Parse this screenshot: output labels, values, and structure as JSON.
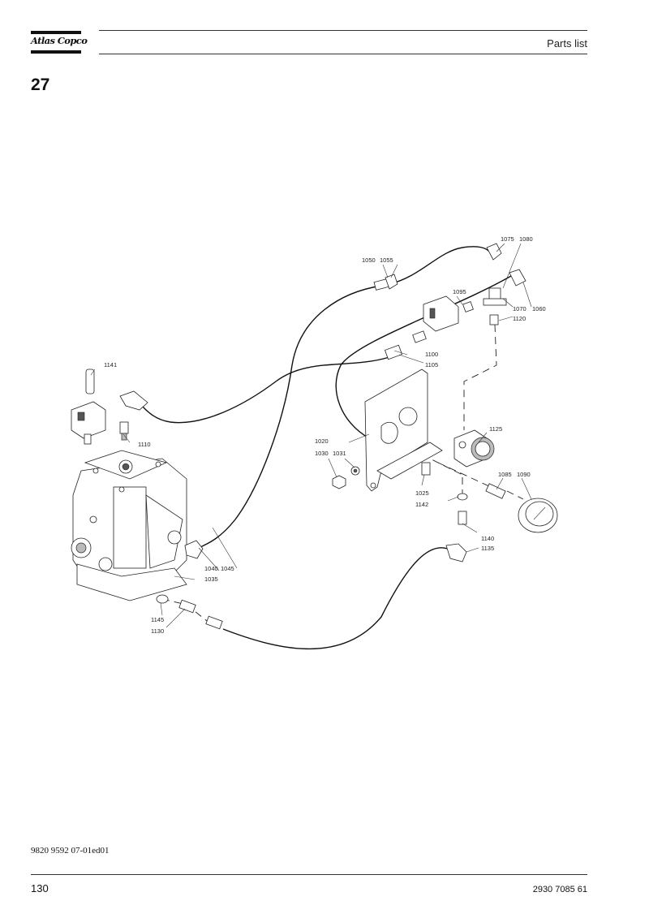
{
  "header": {
    "brand": "Atlas Copco",
    "title": "Parts list"
  },
  "section": {
    "number": "27"
  },
  "diagram": {
    "callouts": [
      "1020",
      "1025",
      "1030",
      "1031",
      "1035",
      "1040",
      "1045",
      "1050",
      "1055",
      "1060",
      "1070",
      "1075",
      "1080",
      "1085",
      "1090",
      "1095",
      "1100",
      "1105",
      "1110",
      "1120",
      "1125",
      "1130",
      "1135",
      "1140",
      "1141",
      "1142",
      "1145"
    ]
  },
  "footer": {
    "doc_code": "9820 9592 07-01ed01",
    "page_number": "130",
    "part_number": "2930 7085 61"
  }
}
